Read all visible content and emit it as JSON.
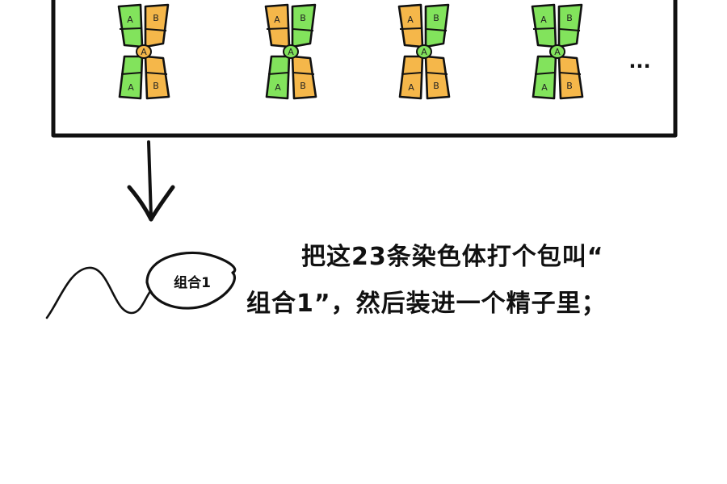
{
  "colors": {
    "green": "#82e35c",
    "orange": "#f5b74a",
    "ink": "#111111"
  },
  "chromosomes": [
    {
      "arms": {
        "top_left": "green",
        "top_right": "orange",
        "bottom_left": "green",
        "bottom_right": "orange"
      },
      "labels": [
        "A",
        "B",
        "A",
        "A",
        "B"
      ]
    },
    {
      "arms": {
        "top_left": "orange",
        "top_right": "green",
        "bottom_left": "green",
        "bottom_right": "orange"
      },
      "labels": [
        "A",
        "B",
        "A",
        "A",
        "B"
      ]
    },
    {
      "arms": {
        "top_left": "orange",
        "top_right": "green",
        "bottom_left": "orange",
        "bottom_right": "orange"
      },
      "labels": [
        "A",
        "B",
        "A",
        "A",
        "B"
      ]
    },
    {
      "arms": {
        "top_left": "green",
        "top_right": "green",
        "bottom_left": "green",
        "bottom_right": "orange"
      },
      "labels": [
        "A",
        "B",
        "A",
        "A",
        "B"
      ]
    }
  ],
  "ellipsis": "...",
  "sperm_label": "组合1",
  "caption": {
    "line1": "把这23条染色体打个包叫“",
    "line2": "组合1”，然后装进一个精子里；"
  }
}
